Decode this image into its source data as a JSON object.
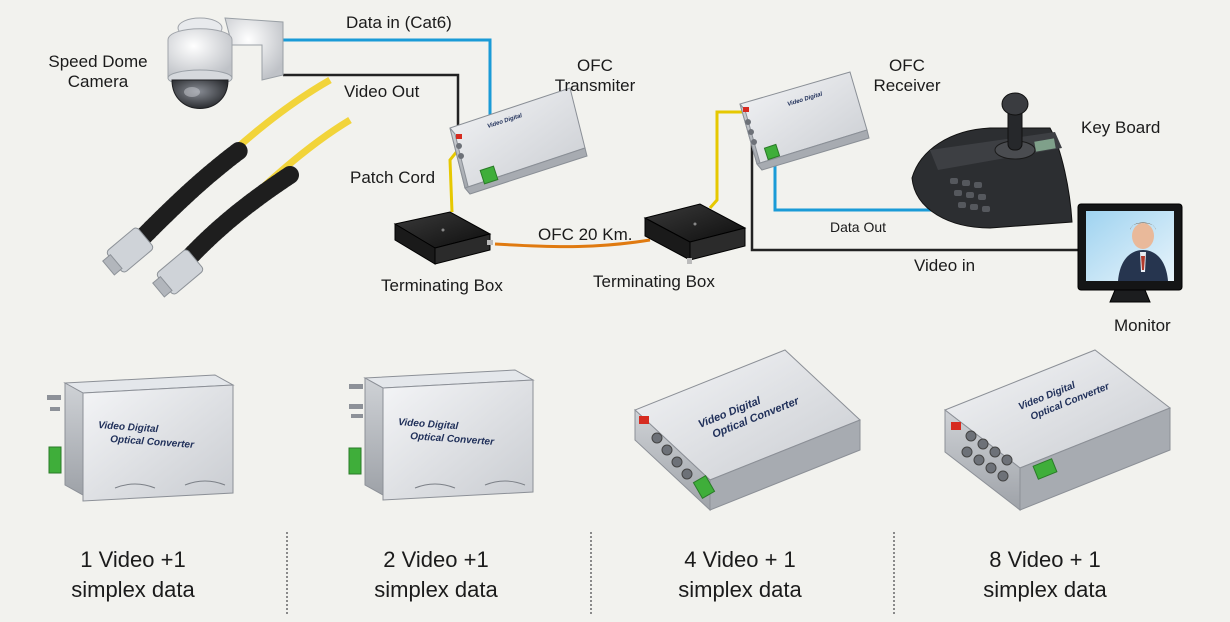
{
  "diagram": {
    "components": {
      "camera": [
        "Speed Dome",
        "Camera"
      ],
      "transmitter": [
        "OFC",
        "Transmiter"
      ],
      "receiver": [
        "OFC",
        "Receiver"
      ],
      "keyboard": "Key Board",
      "monitor": "Monitor",
      "patch_cord": "Patch Cord",
      "terminating_box_1": "Terminating Box",
      "terminating_box_2": "Terminating Box"
    },
    "connections": {
      "data_in": "Data in (Cat6)",
      "video_out": "Video Out",
      "ofc": "OFC 20 Km.",
      "data_out": "Data Out",
      "video_in": "Video in"
    },
    "device_print": [
      "Video Digital",
      "Optical Converter"
    ]
  },
  "products": [
    {
      "line1": "1 Video +1",
      "line2": "simplex data"
    },
    {
      "line1": "2 Video +1",
      "line2": "simplex data"
    },
    {
      "line1": "4 Video + 1",
      "line2": "simplex data"
    },
    {
      "line1": "8 Video + 1",
      "line2": "simplex data"
    }
  ],
  "colors": {
    "cat6_cable": "#1a9bd7",
    "video_cable": "#222222",
    "fiber_yellow": "#e6c800",
    "fiber_orange": "#e07a10",
    "device_silver": "#d9dce0",
    "terminal_green": "#3fae3a",
    "connector_red": "#d62b20"
  }
}
